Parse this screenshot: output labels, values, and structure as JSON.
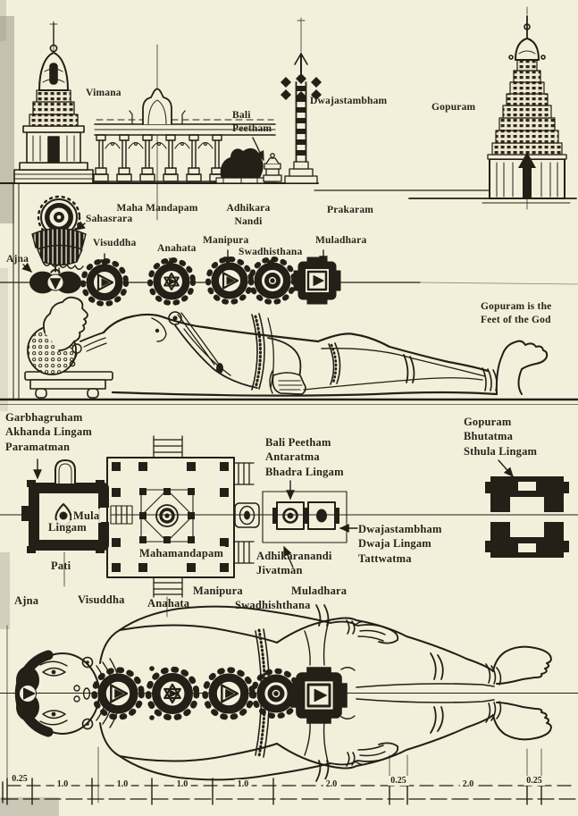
{
  "colors": {
    "paper": "#f3efda",
    "ink": "#241f17"
  },
  "elevation": {
    "vimana": "Vimana",
    "maha_mandapam": "Maha Mandapam",
    "bali_peetham": [
      "Bali",
      "Peetham"
    ],
    "adhikara_nandi": [
      "Adhikara",
      "Nandi"
    ],
    "dwajastambham": "Dwajastambham",
    "gopuram": "Gopuram",
    "prakaram": "Prakaram"
  },
  "chakra_row": {
    "sahasrara": "Sahasrara",
    "ajna": "Ajna",
    "visuddha": "Visuddha",
    "anahata": "Anahata",
    "manipura": "Manipura",
    "swadhisthana": "Swadhisthana",
    "muladhara": "Muladhara",
    "note": [
      "Gopuram is the",
      "Feet of the God"
    ]
  },
  "plan": {
    "garbhagruham": [
      "Garbhagruham",
      "Akhanda Lingam",
      "Paramatman"
    ],
    "mula_lingam": [
      "Mula",
      "Lingam"
    ],
    "pati": "Pati",
    "mahamandapam": "Mahamandapam",
    "bali_peetham": [
      "Bali Peetham",
      "Antaratma",
      "Bhadra Lingam"
    ],
    "adhikaranandi": [
      "Adhikaranandi",
      "Jivatman"
    ],
    "dwajastambham": [
      "Dwajastambham",
      "Dwaja Lingam",
      "Tattwatma"
    ],
    "gopuram": [
      "Gopuram",
      "Bhutatma",
      "Sthula Lingam"
    ]
  },
  "body_row": {
    "ajna": "Ajna",
    "visuddha": "Visuddha",
    "anahata": "Anahata",
    "manipura": "Manipura",
    "swadhishthana": "Swadhishthana",
    "muladhara": "Muladhara"
  },
  "scale": {
    "values": [
      "0.25",
      "1.0",
      "1.0",
      "1.0",
      "1.0",
      "2.0",
      "0.25",
      "2.0",
      "0.25"
    ]
  }
}
